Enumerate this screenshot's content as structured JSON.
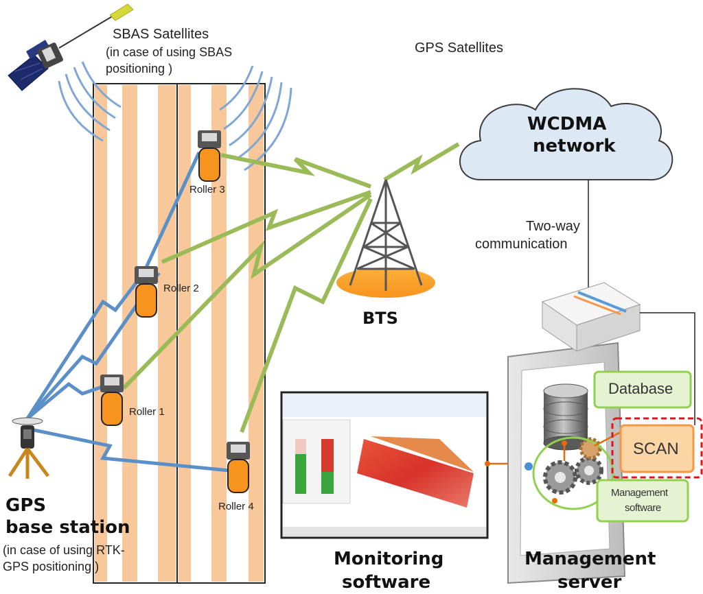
{
  "satellites": {
    "sbas_title": "SBAS Satellites",
    "sbas_note_line1": "(in case of using SBAS",
    "sbas_note_line2": "positioning )",
    "gps_title": "GPS Satellites"
  },
  "network": {
    "wcdma_line1": "WCDMA",
    "wcdma_line2": "network",
    "comm_line1": "Two-way",
    "comm_line2": "communication"
  },
  "bts": {
    "label": "BTS"
  },
  "rollers": {
    "roller1": "Roller 1",
    "roller2": "Roller 2",
    "roller3": "Roller 3",
    "roller4": "Roller 4"
  },
  "base_station": {
    "title_line1": "GPS",
    "title_line2": "base station",
    "note_line1": "(in case of using RTK-",
    "note_line2": "GPS positioning )"
  },
  "monitoring": {
    "title_line1": "Monitoring",
    "title_line2": "software"
  },
  "server": {
    "title_line1": "Management",
    "title_line2": "server",
    "database": "Database",
    "scan": "SCAN",
    "mgmt_line1": "Management",
    "mgmt_line2": "software"
  },
  "colors": {
    "lane_orange": "#f9c89a",
    "gps_link": "#5b8fc7",
    "wireless_link": "#9bbb59",
    "box_green_border": "#92d050",
    "box_green_fill": "#e6f3d3",
    "scan_fill": "#fcd5a4",
    "scan_border": "#f79646",
    "dash_red": "#e0141e",
    "connector_orange": "#e46c0a"
  },
  "icons": [
    "satellite-icon",
    "cloud-icon",
    "tower-icon",
    "roller-icon",
    "gps-receiver-icon",
    "router-icon",
    "server-icon",
    "database-icon",
    "gears-icon",
    "screen-icon"
  ]
}
